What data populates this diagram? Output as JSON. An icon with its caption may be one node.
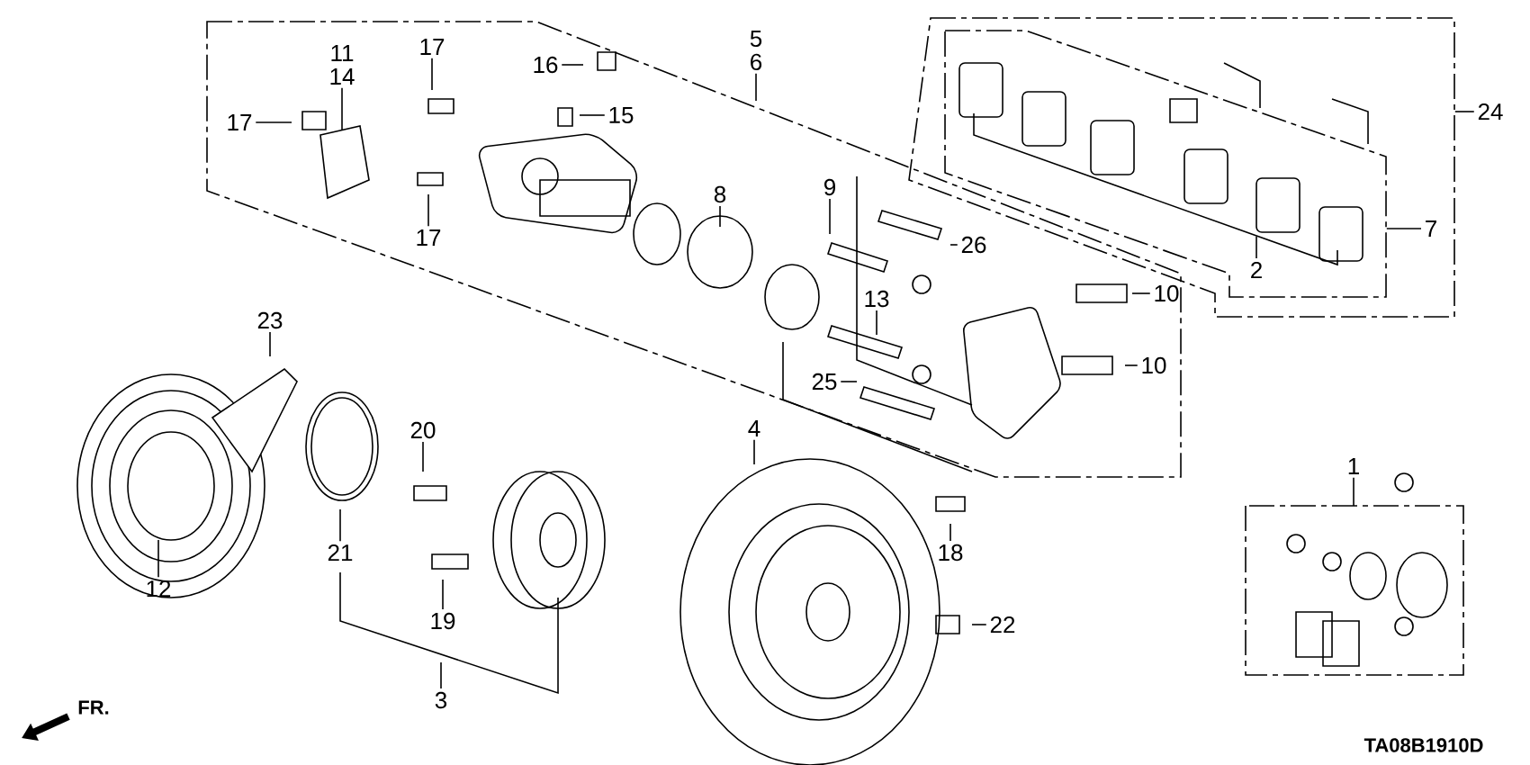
{
  "diagram": {
    "nodes": [
      {
        "text": [
          "17"
        ]
      },
      {
        "text": [
          "11",
          "14"
        ]
      },
      {
        "text": [
          "17"
        ]
      },
      {
        "text": [
          "16"
        ]
      },
      {
        "text": [
          "15"
        ]
      },
      {
        "text": [
          "17"
        ]
      },
      {
        "text": [
          "5",
          "6"
        ]
      },
      {
        "text": [
          "8"
        ]
      },
      {
        "text": [
          "9"
        ]
      },
      {
        "text": [
          "26"
        ]
      },
      {
        "text": [
          "13"
        ]
      },
      {
        "text": [
          "10"
        ]
      },
      {
        "text": [
          "10"
        ]
      },
      {
        "text": [
          "25"
        ]
      },
      {
        "text": [
          "24"
        ]
      },
      {
        "text": [
          "7"
        ],
        "in": 27
      },
      {
        "text": [
          "2"
        ],
        "in": 28
      },
      {
        "text": [
          "23"
        ]
      },
      {
        "text": [
          "4"
        ]
      },
      {
        "text": [
          "20"
        ]
      },
      {
        "text": [
          "21"
        ]
      },
      {
        "text": [
          "12"
        ]
      },
      {
        "text": [
          "18"
        ]
      },
      {
        "text": [
          "19"
        ]
      },
      {
        "text": [
          "3"
        ]
      },
      {
        "text": [
          "22"
        ]
      },
      {
        "text": [
          "1"
        ]
      },
      {
        "text": [],
        "shape": "box"
      },
      {
        "text": [],
        "shape": "box",
        "in": 27
      },
      {
        "text": [],
        "shape": "bracket",
        "in": 28
      }
    ],
    "edges": [
      {
        "from": 0,
        "to": null,
        "arrow": "none"
      },
      {
        "from": 1,
        "to": null,
        "arrow": "none"
      },
      {
        "from": 2,
        "to": null,
        "arrow": "none"
      },
      {
        "from": 3,
        "to": null,
        "arrow": "none"
      },
      {
        "from": 4,
        "to": null,
        "arrow": "none"
      },
      {
        "from": 5,
        "to": null,
        "arrow": "none"
      },
      {
        "from": 6,
        "to": null,
        "arrow": "none"
      },
      {
        "from": 7,
        "to": null,
        "arrow": "none"
      },
      {
        "from": 8,
        "to": null,
        "arrow": "none"
      },
      {
        "from": 9,
        "to": null,
        "arrow": "none"
      },
      {
        "from": 10,
        "to": null,
        "arrow": "none"
      },
      {
        "from": 11,
        "to": null,
        "arrow": "none"
      },
      {
        "from": 12,
        "to": null,
        "arrow": "none"
      },
      {
        "from": 13,
        "to": null,
        "arrow": "none"
      },
      {
        "from": 14,
        "to": 27,
        "arrow": "none"
      },
      {
        "from": 15,
        "to": 28,
        "arrow": "none"
      },
      {
        "from": 16,
        "to": 29,
        "arrow": "none"
      },
      {
        "from": 17,
        "to": null,
        "arrow": "none"
      },
      {
        "from": 18,
        "to": null,
        "arrow": "none"
      },
      {
        "from": 19,
        "to": null,
        "arrow": "none"
      },
      {
        "from": 20,
        "to": null,
        "arrow": "none"
      },
      {
        "from": 21,
        "to": null,
        "arrow": "none"
      },
      {
        "from": 22,
        "to": null,
        "arrow": "none"
      },
      {
        "from": 23,
        "to": null,
        "arrow": "none"
      },
      {
        "from": 24,
        "to": null,
        "arrow": "none"
      },
      {
        "from": 25,
        "to": null,
        "arrow": "none"
      },
      {
        "from": 26,
        "to": null,
        "arrow": "none"
      }
    ],
    "labels": [
      "FR.",
      "TA08B1910D"
    ]
  }
}
